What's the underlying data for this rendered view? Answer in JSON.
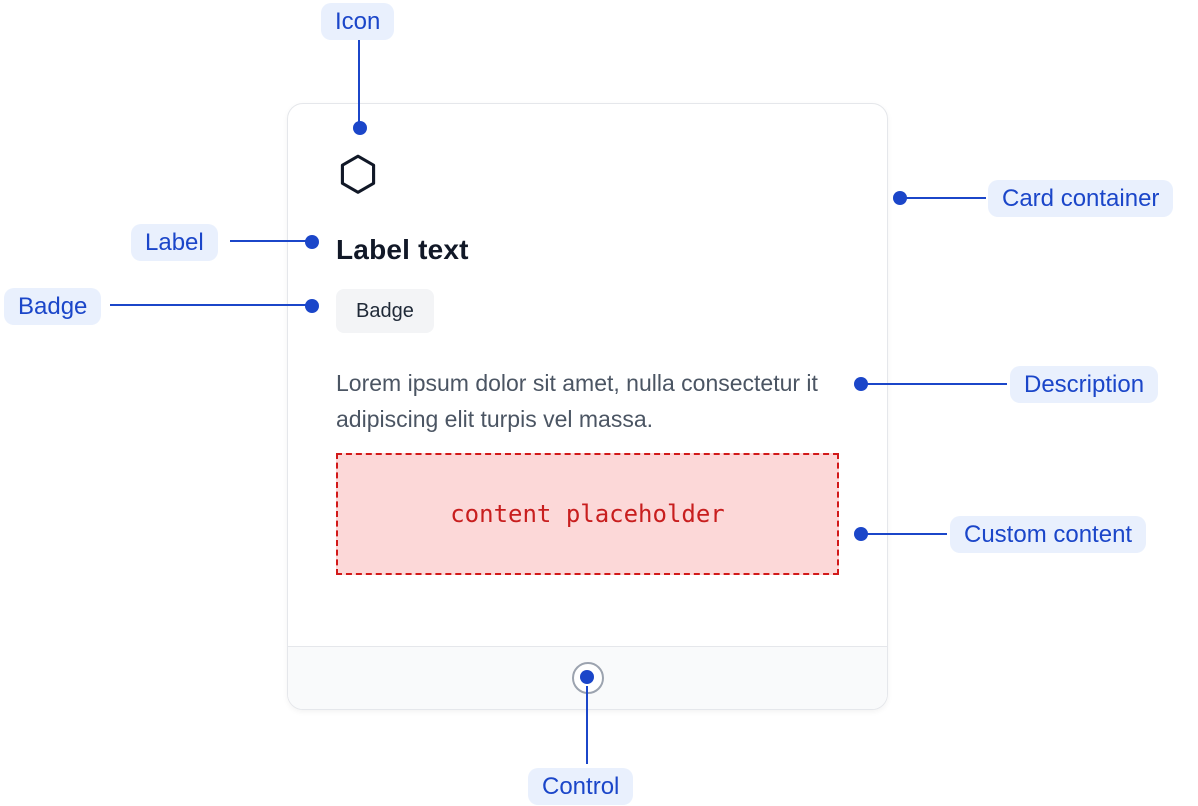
{
  "card": {
    "label": "Label text",
    "badge": "Badge",
    "description": "Lorem ipsum dolor sit amet, nulla consectetur it adipiscing elit turpis vel massa.",
    "custom_content": "content placeholder"
  },
  "annotations": {
    "icon": "Icon",
    "label": "Label",
    "badge": "Badge",
    "card_container": "Card container",
    "description": "Description",
    "custom_content": "Custom content",
    "control": "Control"
  },
  "colors": {
    "annotation_blue": "#1b46c9",
    "annotation_pill_bg": "#e9f0fd",
    "card_bg": "#ffffff",
    "card_border": "#e5e7eb",
    "footer_bg": "#f9fafb",
    "badge_bg": "#f3f4f6",
    "badge_text": "#1f2937",
    "label_text": "#111827",
    "description_text": "#4b5563",
    "placeholder_bg": "#fcd8d8",
    "placeholder_border": "#d21919",
    "placeholder_text": "#c81e1e",
    "control_border": "#9ca3af"
  }
}
